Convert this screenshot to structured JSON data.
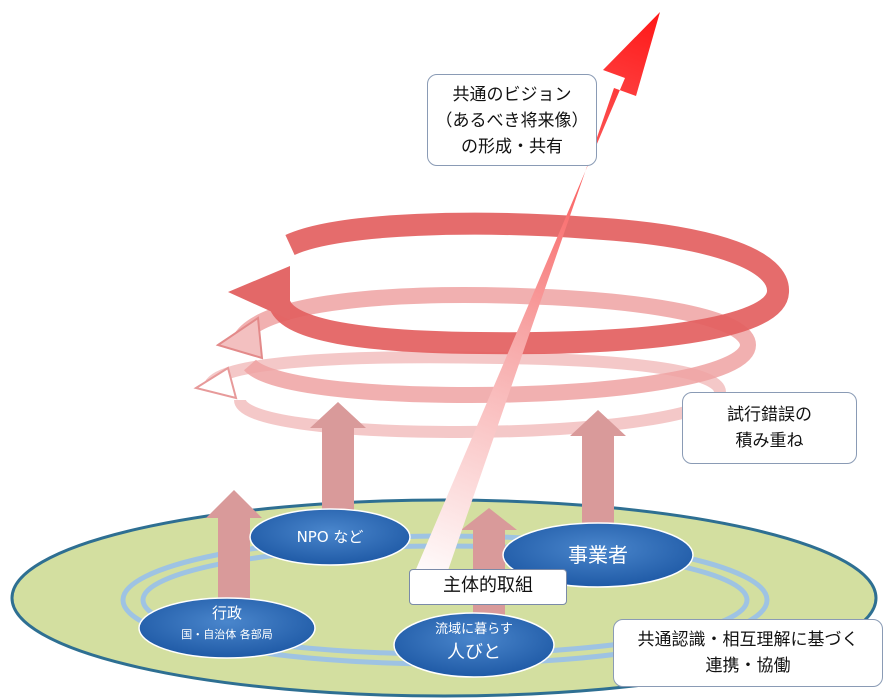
{
  "callouts": {
    "vision": [
      "共通のビジョン",
      "（あるべき将来像）",
      "の形成・共有"
    ],
    "trial": [
      "試行錯誤の",
      "積み重ね"
    ],
    "cooperation": [
      "共通認識・相互理解に基づく",
      "連携・協働"
    ]
  },
  "actors": {
    "npo": "NPO など",
    "business": "事業者",
    "government": "行政",
    "government_sub": "国・自治体 各部局",
    "residents_sub": "流域に暮らす",
    "residents": "人びと"
  },
  "center_tag": "主体的取組",
  "colors": {
    "base_fill": "#d3dfa0",
    "base_stroke": "#2e6f92",
    "ring": "#9ec3e3",
    "actor_fill": "#2f6cb6",
    "up_arrow": "#d99a9a",
    "spiral": "#e15b5b",
    "vision_arrow": "#ff2020"
  }
}
